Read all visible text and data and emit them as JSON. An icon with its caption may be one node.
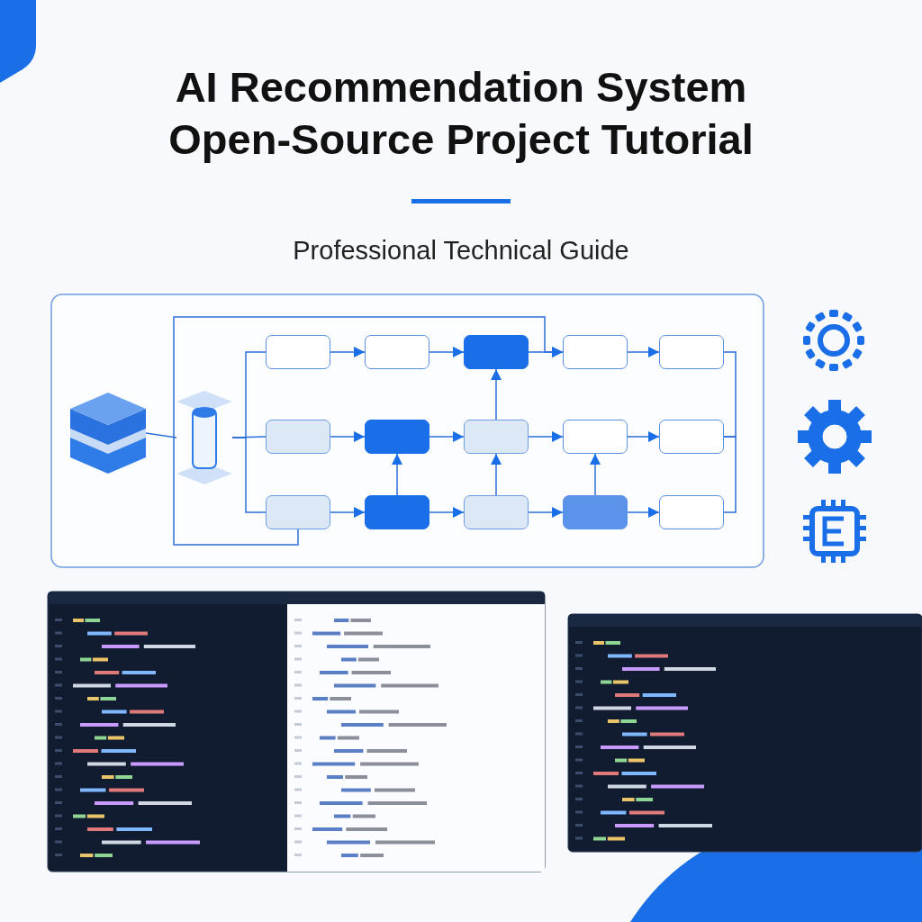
{
  "diagram": {
    "title": "AI Recommendation System Open-Source Project Tutorial",
    "nodes": [
      {
        "text": [],
        "shape": "picture"
      },
      {
        "text": [],
        "shape": "cylinder"
      },
      {
        "text": [],
        "shape": "box"
      },
      {
        "text": [],
        "shape": "box"
      },
      {
        "text": [],
        "shape": "box"
      },
      {
        "text": [],
        "shape": "box"
      },
      {
        "text": [],
        "shape": "box"
      },
      {
        "text": [],
        "shape": "box"
      },
      {
        "text": [],
        "shape": "box"
      },
      {
        "text": [],
        "shape": "box"
      },
      {
        "text": [],
        "shape": "box"
      },
      {
        "text": [],
        "shape": "box"
      },
      {
        "text": [],
        "shape": "box"
      },
      {
        "text": [],
        "shape": "box"
      },
      {
        "text": [],
        "shape": "box"
      },
      {
        "text": [],
        "shape": "box"
      },
      {
        "text": [],
        "shape": "box"
      }
    ],
    "edges": [
      {
        "from": 0,
        "to": 1,
        "arrow": "none"
      },
      {
        "from": 1,
        "to": 2,
        "arrow": "none"
      },
      {
        "from": 1,
        "to": 7,
        "arrow": "none"
      },
      {
        "from": 1,
        "to": 12,
        "arrow": "none"
      },
      {
        "from": 2,
        "to": 3,
        "arrow": "to"
      },
      {
        "from": 3,
        "to": 4,
        "arrow": "to"
      },
      {
        "from": 4,
        "to": 5,
        "arrow": "to"
      },
      {
        "from": 5,
        "to": 6,
        "arrow": "to"
      },
      {
        "from": 7,
        "to": 8,
        "arrow": "to"
      },
      {
        "from": 8,
        "to": 9,
        "arrow": "to"
      },
      {
        "from": 9,
        "to": 10,
        "arrow": "to"
      },
      {
        "from": 10,
        "to": 11,
        "arrow": "to"
      },
      {
        "from": 12,
        "to": 13,
        "arrow": "to"
      },
      {
        "from": 13,
        "to": 14,
        "arrow": "to"
      },
      {
        "from": 14,
        "to": 15,
        "arrow": "to"
      },
      {
        "from": 15,
        "to": 16,
        "arrow": "to"
      },
      {
        "from": 13,
        "to": 8,
        "arrow": "to"
      },
      {
        "from": 14,
        "to": 9,
        "arrow": "to"
      },
      {
        "from": 9,
        "to": 4,
        "arrow": "to"
      },
      {
        "from": 15,
        "to": 10,
        "arrow": "to"
      },
      {
        "from": 12,
        "to": 5,
        "arrow": "to"
      },
      {
        "from": 6,
        "to": 11,
        "arrow": "none"
      },
      {
        "from": 11,
        "to": 16,
        "arrow": "none"
      }
    ],
    "labels": [
      "Professional Technical Guide"
    ]
  }
}
